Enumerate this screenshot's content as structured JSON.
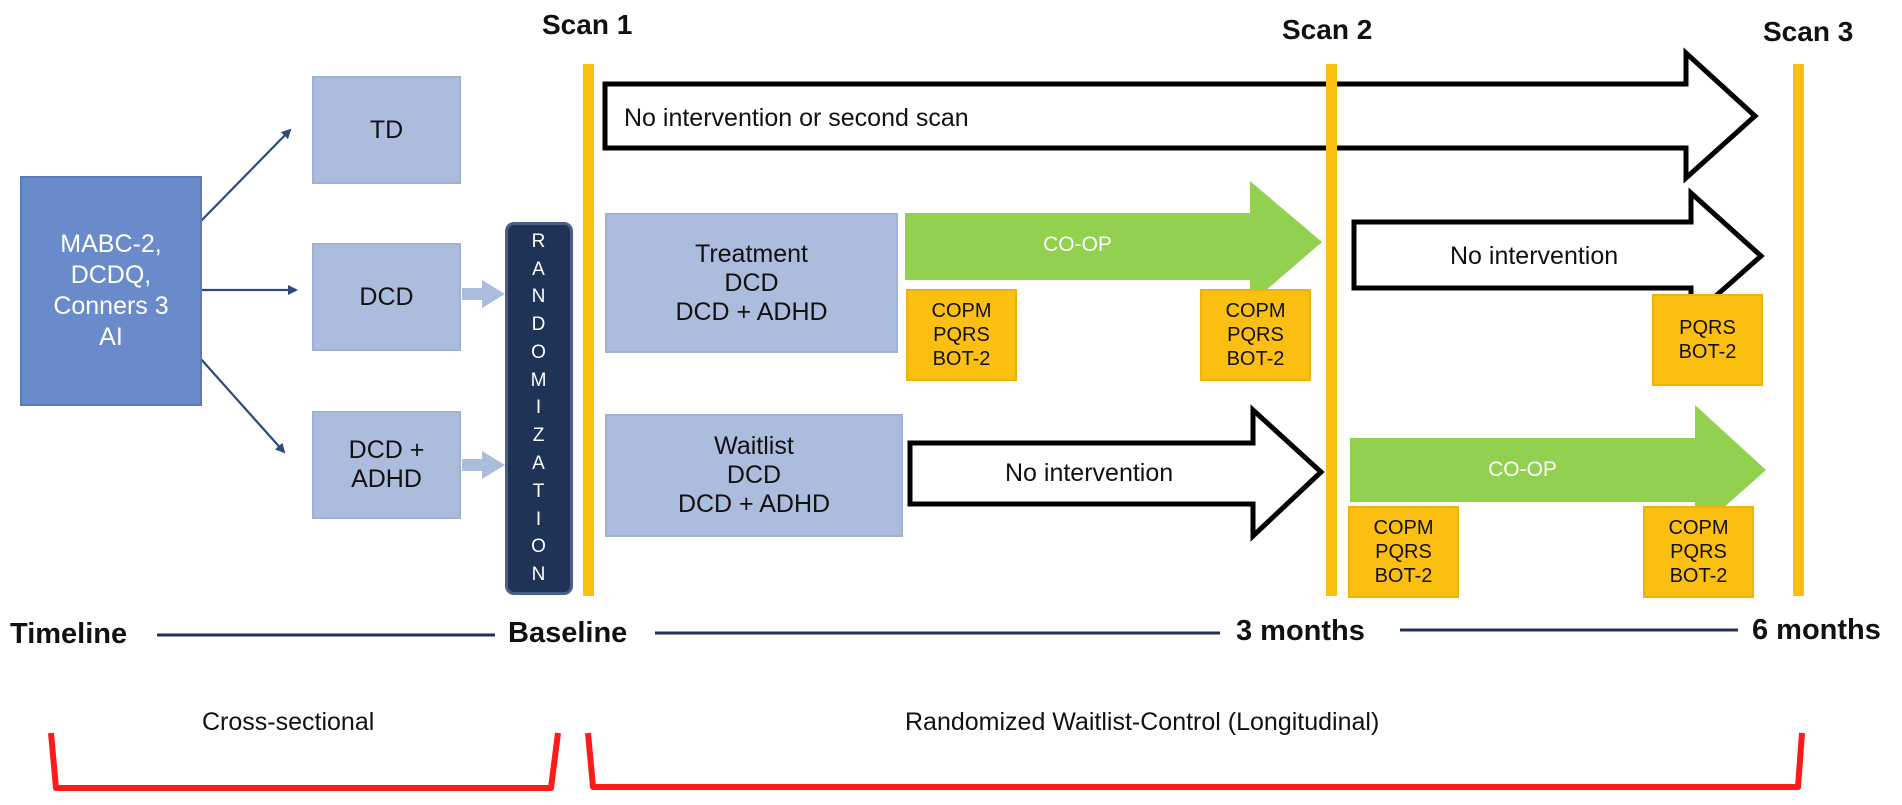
{
  "assessment": {
    "label": "MABC-2,\nDCDQ,\nConners 3\nAI"
  },
  "groups": {
    "td": "TD",
    "dcd": "DCD",
    "dcd_adhd": "DCD +\nADHD"
  },
  "randomization": {
    "letters": [
      "R",
      "A",
      "N",
      "D",
      "O",
      "M",
      "I",
      "Z",
      "A",
      "T",
      "I",
      "O",
      "N"
    ]
  },
  "scans": {
    "scan1": "Scan 1",
    "scan2": "Scan 2",
    "scan3": "Scan 3"
  },
  "arms": {
    "treatment": "Treatment\nDCD\nDCD + ADHD",
    "waitlist": "Waitlist\nDCD\nDCD + ADHD"
  },
  "arrows": {
    "top": "No intervention or second scan",
    "treatment_coop": "CO-OP",
    "treatment_followup": "No intervention",
    "waitlist_first": "No intervention",
    "waitlist_coop": "CO-OP"
  },
  "measures": {
    "full": "COPM\nPQRS\nBOT-2",
    "partial": "PQRS\nBOT-2"
  },
  "timeline": {
    "label": "Timeline",
    "baseline": "Baseline",
    "three_months": "3 months",
    "six_months": "6 months"
  },
  "phases": {
    "cross_sectional": "Cross-sectional",
    "longitudinal": "Randomized Waitlist-Control (Longitudinal)"
  },
  "colors": {
    "navy": "#1f3356",
    "group_fill": "#abbcdc",
    "assessment_fill": "#6a8bcb",
    "measure_fill": "#fbbf12",
    "coop_green": "#92d050",
    "bracket_red": "#ff1a1a"
  }
}
